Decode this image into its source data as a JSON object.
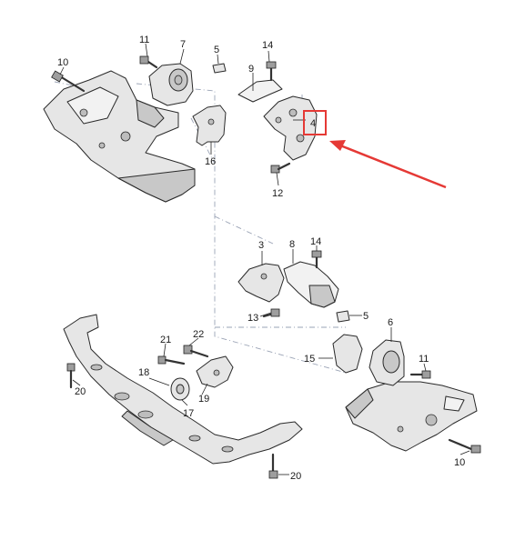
{
  "callouts": {
    "c1": "11",
    "c2": "7",
    "c3": "5",
    "c4": "14",
    "c5": "10",
    "c6": "9",
    "c7": "4",
    "c8": "16",
    "c9": "12",
    "c10": "3",
    "c11": "8",
    "c12": "14",
    "c13": "13",
    "c14": "5",
    "c15": "6",
    "c16": "21",
    "c17": "22",
    "c18": "15",
    "c19": "11",
    "c20": "18",
    "c21": "20",
    "c22": "19",
    "c23": "17",
    "c24": "10",
    "c25": "20"
  },
  "colors": {
    "highlight": "#e53935",
    "arrow": "#e53935",
    "phantom_line": "#9aa3b5",
    "part_fill": "#e6e6e6"
  }
}
